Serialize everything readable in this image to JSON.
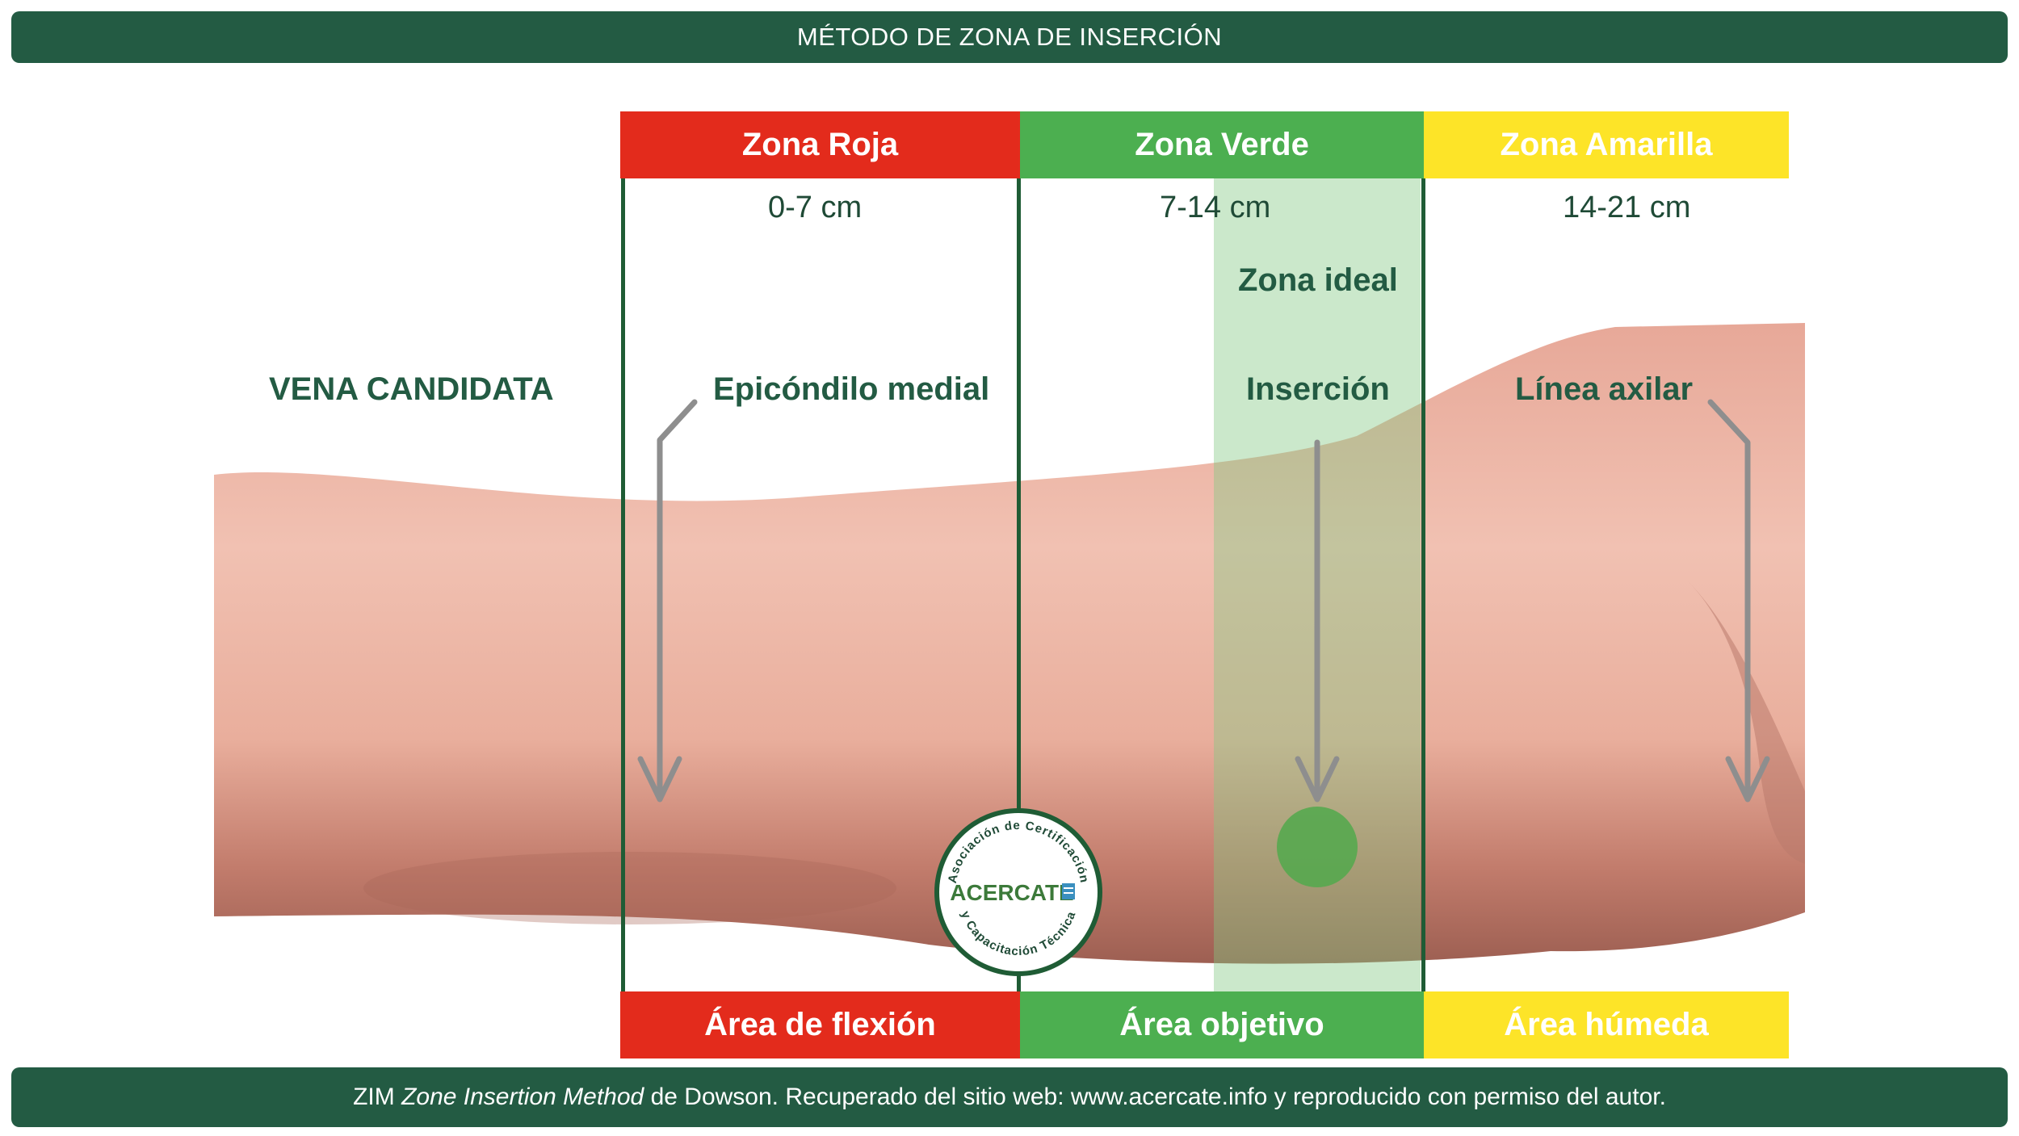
{
  "header": {
    "title": "MÉTODO DE ZONA DE INSERCIÓN"
  },
  "zones": [
    {
      "name": "Zona Roja",
      "range": "0-7 cm",
      "area": "Área de flexión",
      "color": "#e32b1c"
    },
    {
      "name": "Zona Verde",
      "range": "7-14 cm",
      "area": "Área objetivo",
      "color": "#4caf50"
    },
    {
      "name": "Zona Amarilla",
      "range": "14-21 cm",
      "area": "Área húmeda",
      "color": "#fde428"
    }
  ],
  "labels": {
    "vena": "VENA CANDIDATA",
    "ideal": "Zona ideal",
    "epicondilo": "Epicóndilo medial",
    "insercion": "Inserción",
    "axilar": "Línea axilar"
  },
  "logo": {
    "top_text": "Asociación de Certificación",
    "bottom_text": "y Capacitación Técnica",
    "name": "ACERCATE"
  },
  "footer": {
    "prefix": "ZIM ",
    "italic": "Zone Insertion Method",
    "suffix": " de Dowson. Recuperado del sitio web: www.acercate.info y reproducido con permiso del autor."
  }
}
